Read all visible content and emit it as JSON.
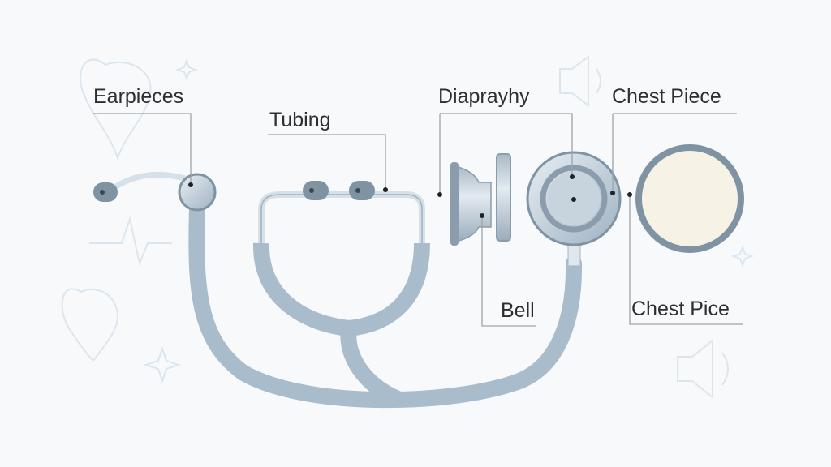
{
  "diagram": {
    "labels": {
      "earpieces": "Earpieces",
      "tubing": "Tubing",
      "diaphragm": "Diaprayhy",
      "chest_piece_top": "Chest Piece",
      "bell": "Bell",
      "chest_piece_bottom": "Chest Pice"
    },
    "colors": {
      "background": "#f7f9fb",
      "tubing": "#a9bccb",
      "metal": "#c9d6e0",
      "dark_metal": "#7f93a3",
      "membrane": "#f6f3e6",
      "leader_line": "#9aa4ad"
    }
  }
}
